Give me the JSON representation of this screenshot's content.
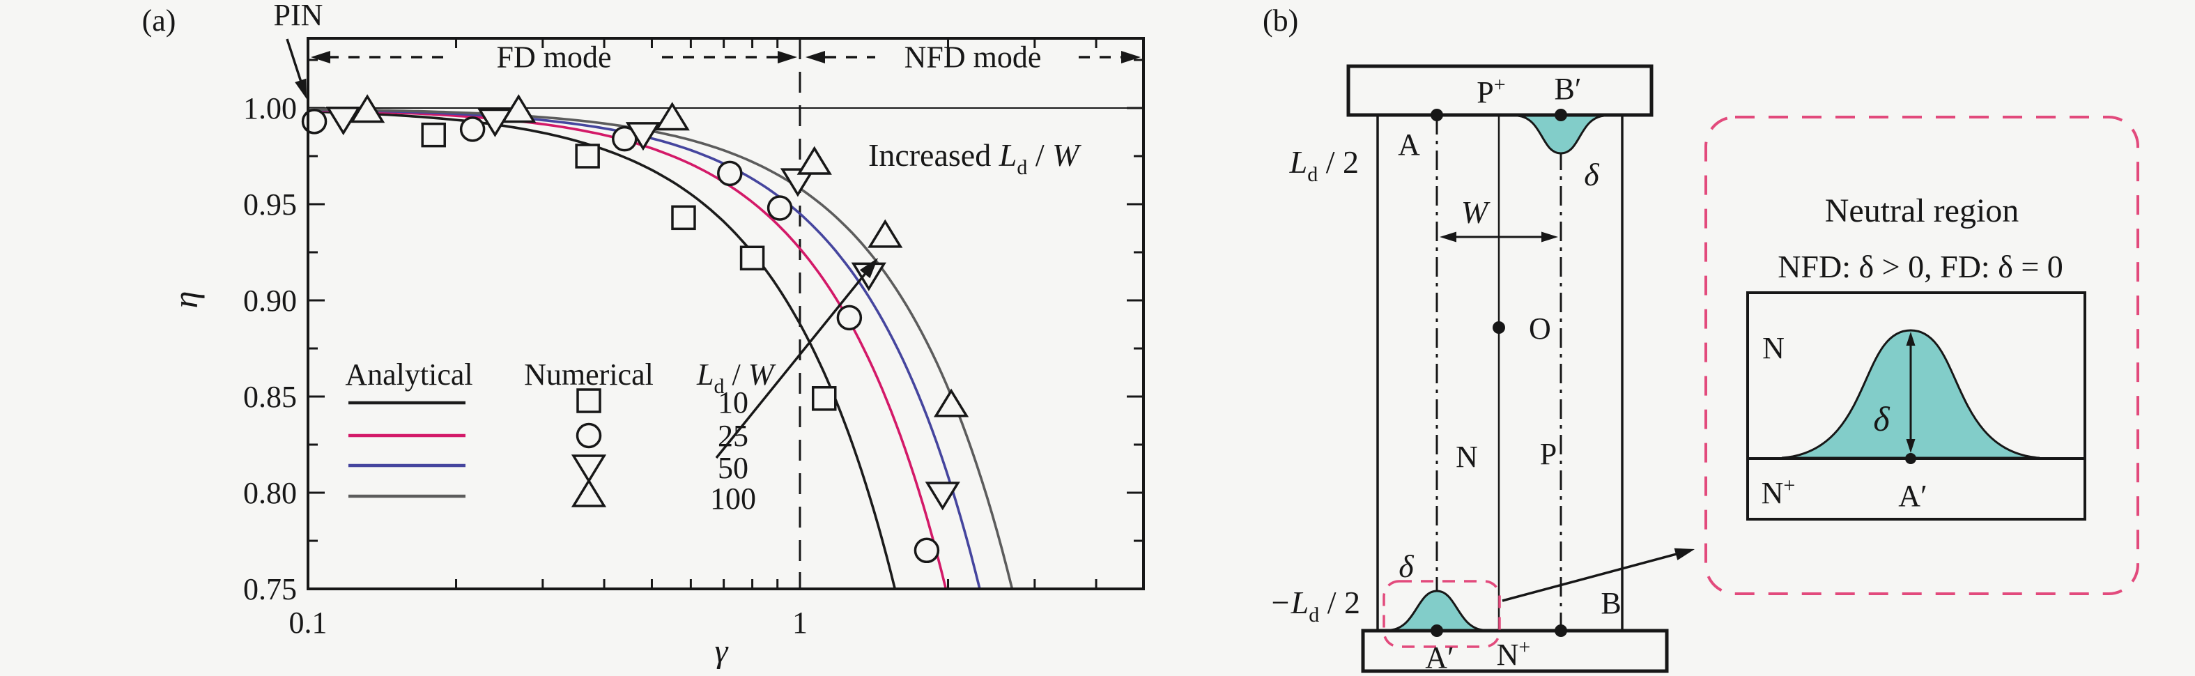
{
  "figure": {
    "background": "#f6f6f4",
    "panel_a_tag": "(a)",
    "panel_b_tag": "(b)"
  },
  "chart_data": {
    "type": "line+scatter",
    "title": "",
    "xlabel": "γ",
    "ylabel": "η",
    "xscale": "log",
    "xlim": [
      0.1,
      5
    ],
    "ylim": [
      0.75,
      1.037
    ],
    "xticks": {
      "major": [
        0.1,
        1
      ],
      "major_labels": [
        "0.1",
        "1"
      ],
      "minor": [
        0.2,
        0.3,
        0.4,
        0.5,
        0.6,
        0.7,
        0.8,
        0.9,
        2,
        3,
        4
      ]
    },
    "yticks": {
      "major": [
        1.0,
        0.95,
        0.9,
        0.85,
        0.8,
        0.75
      ],
      "major_labels": [
        "1.00",
        "0.95",
        "0.90",
        "0.85",
        "0.80",
        "0.75"
      ],
      "minor": [
        1.025,
        0.975,
        0.925,
        0.875,
        0.825,
        0.775
      ]
    },
    "reference_line_eta": 1.0,
    "mode_boundary_gamma": 1.0,
    "annotations": {
      "pin": "PIN",
      "fd_mode": "FD mode",
      "nfd_mode": "NFD mode",
      "increased_prefix": "Increased ",
      "l_symbol": "L",
      "l_sub": "d",
      "slash": " / ",
      "w_symbol": "W"
    },
    "legend": {
      "analytical": "Analytical",
      "numerical": "Numerical",
      "l_symbol": "L",
      "l_sub": "d",
      "slash": " / ",
      "w_symbol": "W",
      "values": [
        "10",
        "25",
        "50",
        "100"
      ]
    },
    "series": [
      {
        "name": "Ld/W = 10",
        "ldw": 10,
        "color": "#1b1b1b",
        "marker": "square",
        "curve": {
          "gamma0": 1.56,
          "exponent": 1.8,
          "drop": 0.25
        },
        "points": [
          [
            0.18,
            0.986
          ],
          [
            0.37,
            0.975
          ],
          [
            0.58,
            0.943
          ],
          [
            0.8,
            0.922
          ],
          [
            1.12,
            0.849
          ]
        ]
      },
      {
        "name": "Ld/W = 25",
        "ldw": 25,
        "color": "#d31968",
        "marker": "circle",
        "curve": {
          "gamma0": 1.98,
          "exponent": 1.8,
          "drop": 0.25
        },
        "points": [
          [
            0.103,
            0.993
          ],
          [
            0.216,
            0.989
          ],
          [
            0.44,
            0.984
          ],
          [
            0.72,
            0.966
          ],
          [
            0.91,
            0.948
          ],
          [
            1.26,
            0.891
          ],
          [
            1.81,
            0.77
          ]
        ]
      },
      {
        "name": "Ld/W = 50",
        "ldw": 50,
        "color": "#45459e",
        "marker": "triangle-down",
        "curve": {
          "gamma0": 2.32,
          "exponent": 1.8,
          "drop": 0.25
        },
        "points": [
          [
            0.118,
            0.995
          ],
          [
            0.24,
            0.994
          ],
          [
            0.48,
            0.987
          ],
          [
            0.99,
            0.963
          ],
          [
            1.38,
            0.914
          ],
          [
            1.95,
            0.8
          ]
        ]
      },
      {
        "name": "Ld/W = 100",
        "ldw": 100,
        "color": "#5c5c5c",
        "marker": "triangle-up",
        "curve": {
          "gamma0": 2.7,
          "exponent": 1.8,
          "drop": 0.25
        },
        "points": [
          [
            0.132,
            0.998
          ],
          [
            0.268,
            0.998
          ],
          [
            0.55,
            0.994
          ],
          [
            1.07,
            0.971
          ],
          [
            1.49,
            0.933
          ],
          [
            2.03,
            0.845
          ]
        ]
      }
    ]
  },
  "panel_b": {
    "p_plus_base": "P",
    "p_plus_sup": "+",
    "b_prime": "B′",
    "a_label": "A",
    "ld2_main": "L",
    "ld2_sub": "d",
    "ld2_rest": " / 2",
    "neg_ld2_main": "−L",
    "neg_ld2_sub": "d",
    "neg_ld2_rest": " / 2",
    "delta_top": "δ",
    "delta_bottom": "δ",
    "w_label": "W",
    "o_label": "O",
    "n_region": "N",
    "p_region": "P",
    "b_label": "B",
    "a_prime": "A′",
    "n_plus_base": "N",
    "n_plus_sup": "+",
    "colors": {
      "neutral_fill": "#82cdc9",
      "dash_pink": "#e24a7c",
      "delta_teal": "#2e8fa3"
    },
    "inset": {
      "title": "Neutral region",
      "condition": "NFD: δ > 0, FD: δ = 0",
      "n_label": "N",
      "n_plus_base": "N",
      "n_plus_sup": "+",
      "a_prime": "A′",
      "delta": "δ"
    }
  }
}
